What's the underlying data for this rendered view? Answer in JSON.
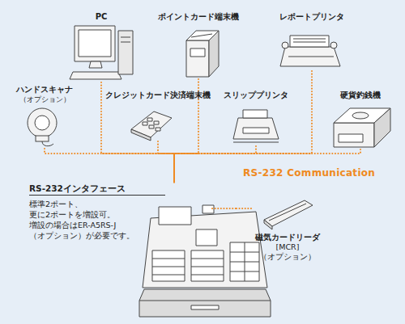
{
  "diagram": {
    "nodes": [
      {
        "text": [
          "PC"
        ]
      },
      {
        "text": [
          "ポイントカード端末機"
        ]
      },
      {
        "text": [
          "レポートプリンタ"
        ]
      },
      {
        "text": [
          "ハンドスキャナ",
          "（オプション）"
        ]
      },
      {
        "text": [
          "クレジットカード決済端末機"
        ]
      },
      {
        "text": [
          "スリッププリンタ"
        ]
      },
      {
        "text": [
          "硬貨釣銭機"
        ]
      },
      {
        "text": [
          "RS-232インタフェース",
          "標準2ポート、更に2ポートを増設可。 増設の場合はER-A5RS-J （オプション）が必要です。"
        ]
      },
      {
        "text": [
          "磁気カードリーダ",
          "[MCR]",
          "（オプション）"
        ]
      }
    ],
    "edges": [
      {
        "from": 0,
        "to": 7,
        "arrow": "none"
      },
      {
        "from": 1,
        "to": 7,
        "arrow": "none"
      },
      {
        "from": 2,
        "to": 7,
        "arrow": "none"
      },
      {
        "from": 3,
        "to": 7,
        "arrow": "none"
      },
      {
        "from": 4,
        "to": 7,
        "arrow": "none"
      },
      {
        "from": 5,
        "to": 7,
        "arrow": "none"
      },
      {
        "from": 6,
        "to": 7,
        "arrow": "none"
      },
      {
        "from": 8,
        "to": 7,
        "arrow": "none"
      }
    ],
    "labels": [
      "RS-232 Communication"
    ]
  }
}
